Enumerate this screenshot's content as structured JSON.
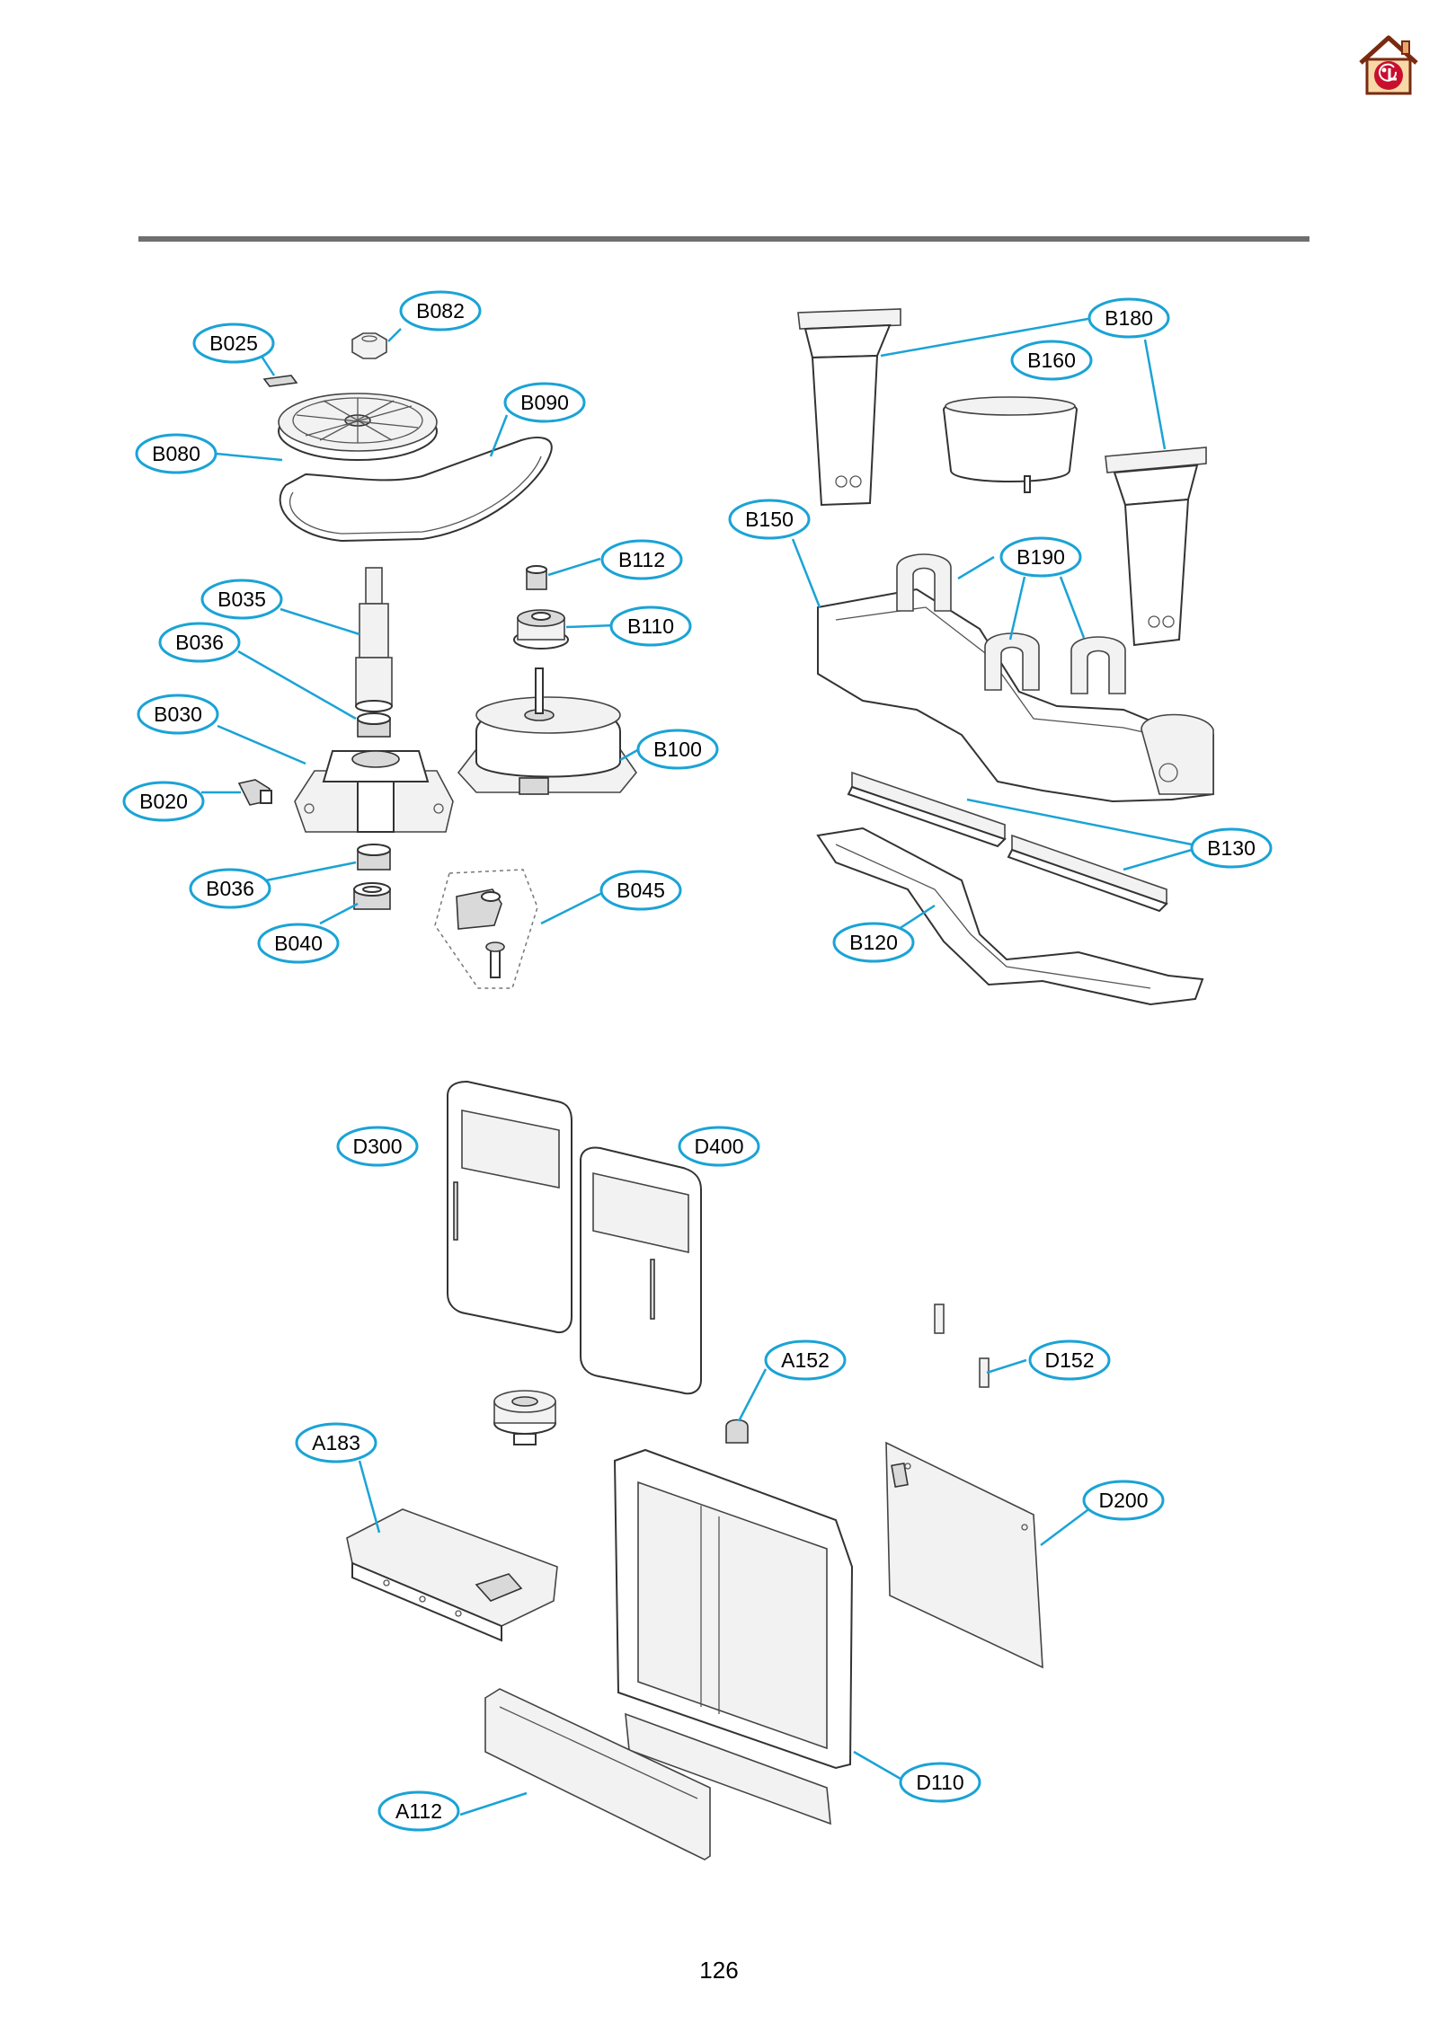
{
  "page": {
    "number": "126"
  },
  "header": {
    "home_icon": "lg-home-icon",
    "logo_text": "LG"
  },
  "colors": {
    "callout": "#1aa3d6",
    "rule": "#6f6f6f",
    "logo": "#c8102e"
  },
  "callouts": [
    {
      "id": "B082"
    },
    {
      "id": "B025"
    },
    {
      "id": "B090"
    },
    {
      "id": "B080"
    },
    {
      "id": "B035"
    },
    {
      "id": "B036"
    },
    {
      "id": "B030"
    },
    {
      "id": "B020"
    },
    {
      "id": "B036"
    },
    {
      "id": "B040"
    },
    {
      "id": "B112"
    },
    {
      "id": "B110"
    },
    {
      "id": "B100"
    },
    {
      "id": "B045"
    },
    {
      "id": "B180"
    },
    {
      "id": "B160"
    },
    {
      "id": "B150"
    },
    {
      "id": "B190"
    },
    {
      "id": "B130"
    },
    {
      "id": "B120"
    },
    {
      "id": "D300"
    },
    {
      "id": "D400"
    },
    {
      "id": "A152"
    },
    {
      "id": "D152"
    },
    {
      "id": "A183"
    },
    {
      "id": "D200"
    },
    {
      "id": "D110"
    },
    {
      "id": "A112"
    }
  ]
}
